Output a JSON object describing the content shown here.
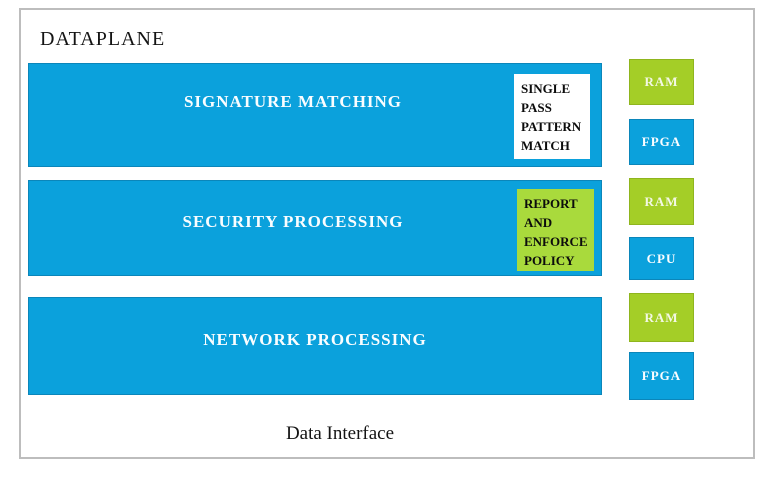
{
  "page": {
    "title": "DATAPLANE",
    "footer": "Data Interface"
  },
  "colors": {
    "blue": "#0ba1dc",
    "green": "#a4ce27",
    "green_light": "#a9da3c",
    "border_gray": "#bdbdbd"
  },
  "layers": [
    {
      "label": "SIGNATURE MATCHING",
      "tag": {
        "lines": [
          "SINGLE",
          "PASS",
          "PATTERN",
          "MATCH"
        ]
      }
    },
    {
      "label": "SECURITY PROCESSING",
      "tag": {
        "lines": [
          "REPORT",
          "AND",
          "ENFORCE",
          "POLICY"
        ]
      }
    },
    {
      "label": "NETWORK PROCESSING"
    }
  ],
  "hardware": [
    {
      "label": "RAM",
      "type": "green"
    },
    {
      "label": "FPGA",
      "type": "blue"
    },
    {
      "label": "RAM",
      "type": "green"
    },
    {
      "label": "CPU",
      "type": "blue"
    },
    {
      "label": "RAM",
      "type": "green"
    },
    {
      "label": "FPGA",
      "type": "blue"
    }
  ]
}
